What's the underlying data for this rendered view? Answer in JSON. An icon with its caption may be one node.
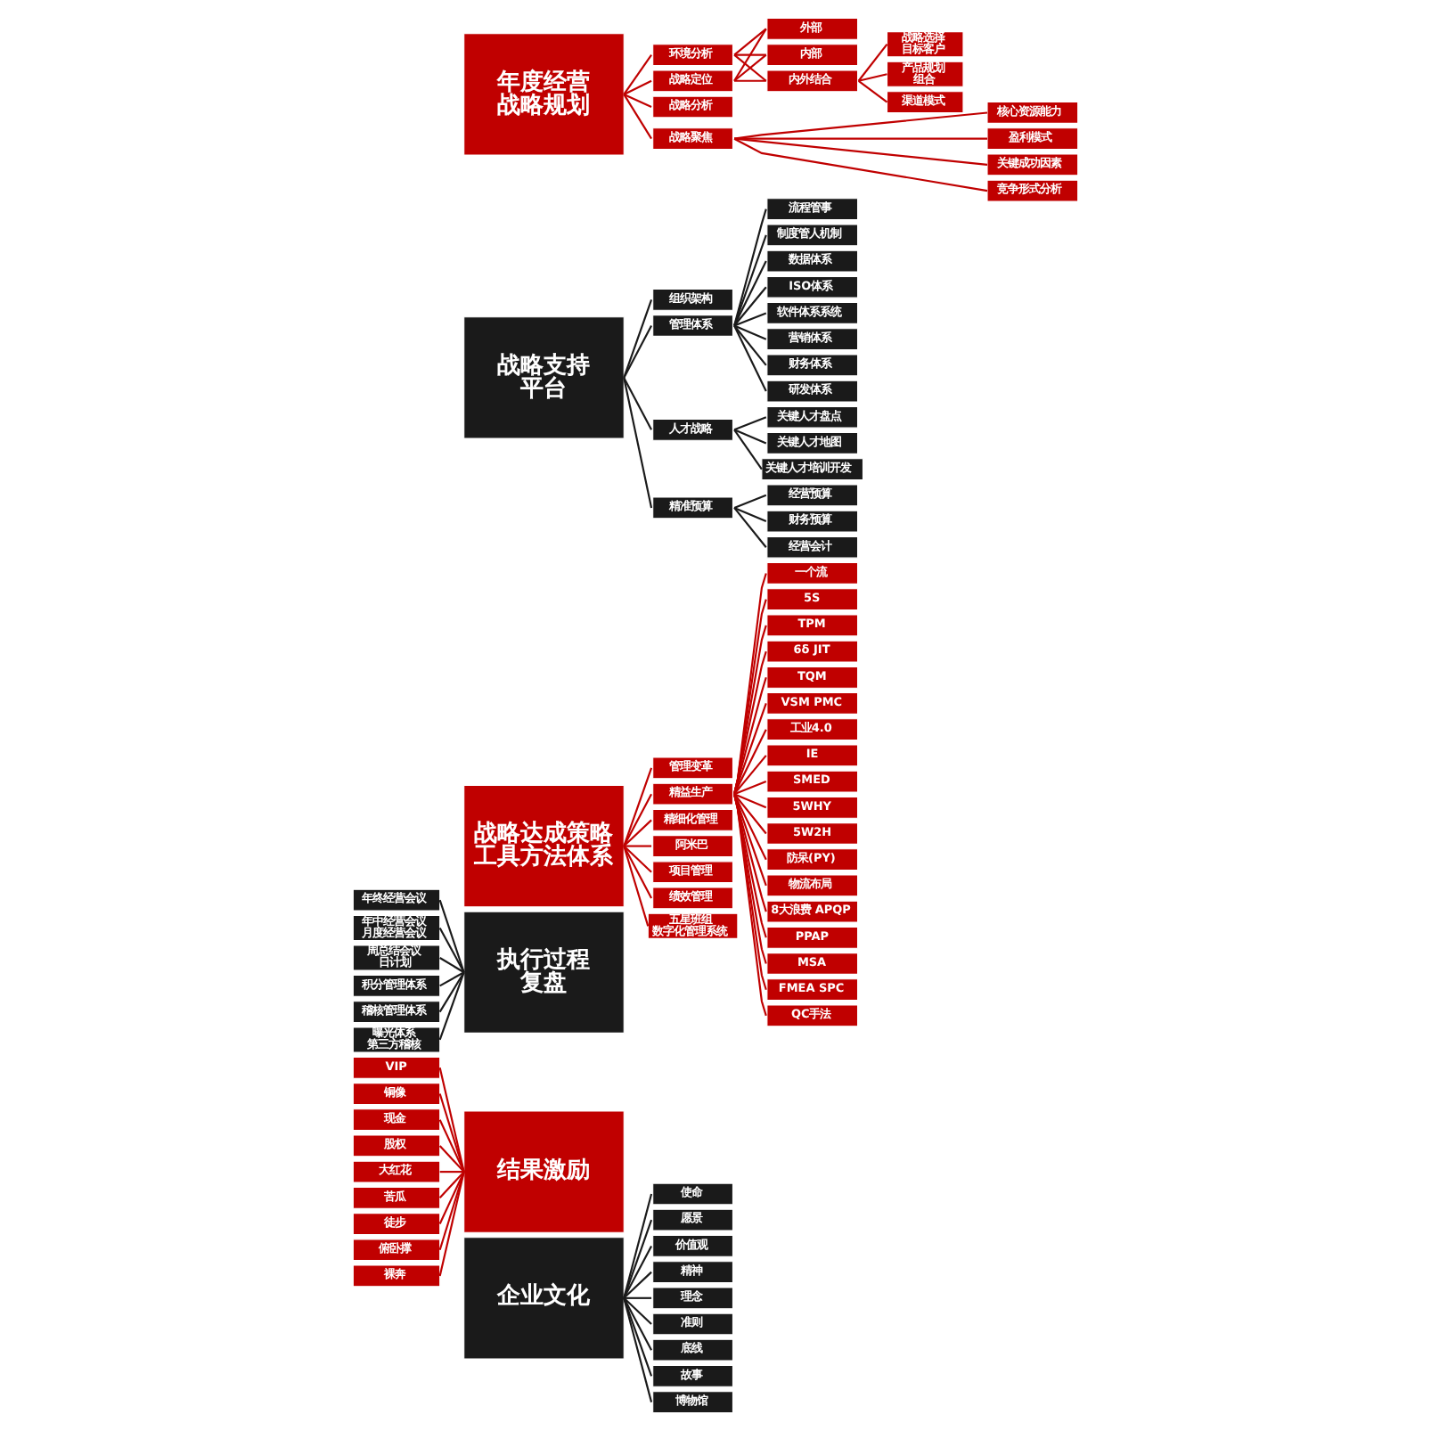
{
  "diagram": {
    "nodes": [
      {
        "text": [
          "年度经营战略规划"
        ]
      },
      {
        "text": [
          "环境分析"
        ]
      },
      {
        "text": [
          "战略定位"
        ]
      },
      {
        "text": [
          "战略分析"
        ]
      },
      {
        "text": [
          "战略聚焦"
        ]
      },
      {
        "text": [
          "外部"
        ]
      },
      {
        "text": [
          "内部"
        ]
      },
      {
        "text": [
          "内外结合"
        ]
      },
      {
        "text": [
          "战略选择目标客户"
        ]
      },
      {
        "text": [
          "产品规划组合"
        ]
      },
      {
        "text": [
          "渠道模式"
        ]
      },
      {
        "text": [
          "核心资源能力"
        ]
      },
      {
        "text": [
          "盈利模式"
        ]
      },
      {
        "text": [
          "关键成功因素"
        ]
      },
      {
        "text": [
          "竞争形式分析"
        ]
      },
      {
        "text": [
          "战略支持平台"
        ]
      },
      {
        "text": [
          "组织架构"
        ]
      },
      {
        "text": [
          "管理体系"
        ]
      },
      {
        "text": [
          "人才战略"
        ]
      },
      {
        "text": [
          "精准预算"
        ]
      },
      {
        "text": [
          "流程管事"
        ]
      },
      {
        "text": [
          "制度管人机制"
        ]
      },
      {
        "text": [
          "数据体系"
        ]
      },
      {
        "text": [
          "ISO体系"
        ]
      },
      {
        "text": [
          "软件体系系统"
        ]
      },
      {
        "text": [
          "营销体系"
        ]
      },
      {
        "text": [
          "财务体系"
        ]
      },
      {
        "text": [
          "研发体系"
        ]
      },
      {
        "text": [
          "关键人才盘点"
        ]
      },
      {
        "text": [
          "关键人才地图"
        ]
      },
      {
        "text": [
          "关键人才培训开发"
        ]
      },
      {
        "text": [
          "经营预算"
        ]
      },
      {
        "text": [
          "财务预算"
        ]
      },
      {
        "text": [
          "经营会计"
        ]
      },
      {
        "text": [
          "战略达成策略工具方法体系"
        ]
      },
      {
        "text": [
          "管理变革"
        ]
      },
      {
        "text": [
          "精益生产"
        ]
      },
      {
        "text": [
          "精细化管理"
        ]
      },
      {
        "text": [
          "阿米巴"
        ]
      },
      {
        "text": [
          "项目管理"
        ]
      },
      {
        "text": [
          "绩效管理"
        ]
      },
      {
        "text": [
          "五星班组数字化管理系统"
        ]
      },
      {
        "text": [
          "一个流"
        ]
      },
      {
        "text": [
          "5S"
        ]
      },
      {
        "text": [
          "TPM"
        ]
      },
      {
        "text": [
          "6δ JIT"
        ]
      },
      {
        "text": [
          "TQM"
        ]
      },
      {
        "text": [
          "VSM PMC"
        ]
      },
      {
        "text": [
          "工业4.0"
        ]
      },
      {
        "text": [
          "IE"
        ]
      },
      {
        "text": [
          "SMED"
        ]
      },
      {
        "text": [
          "5WHY"
        ]
      },
      {
        "text": [
          "5W2H"
        ]
      },
      {
        "text": [
          "防呆(PY)"
        ]
      },
      {
        "text": [
          "物流布局"
        ]
      },
      {
        "text": [
          "8大浪费 APQP"
        ]
      },
      {
        "text": [
          "PPAP"
        ]
      },
      {
        "text": [
          "MSA"
        ]
      },
      {
        "text": [
          "FMEA SPC"
        ]
      },
      {
        "text": [
          "QC手法"
        ]
      },
      {
        "text": [
          "执行过程复盘"
        ]
      },
      {
        "text": [
          "年终经营会议"
        ]
      },
      {
        "text": [
          "年中经营会议月度经营会议"
        ]
      },
      {
        "text": [
          "周总结会议日计划"
        ]
      },
      {
        "text": [
          "积分管理体系"
        ]
      },
      {
        "text": [
          "稽核管理体系"
        ]
      },
      {
        "text": [
          "曝光体系第三方稽核"
        ]
      },
      {
        "text": [
          "结果激励"
        ]
      },
      {
        "text": [
          "VIP"
        ]
      },
      {
        "text": [
          "铜像"
        ]
      },
      {
        "text": [
          "现金"
        ]
      },
      {
        "text": [
          "股权"
        ]
      },
      {
        "text": [
          "大红花"
        ]
      },
      {
        "text": [
          "苦瓜"
        ]
      },
      {
        "text": [
          "徒步"
        ]
      },
      {
        "text": [
          "俯卧撑"
        ]
      },
      {
        "text": [
          "裸奔"
        ]
      },
      {
        "text": [
          "企业文化"
        ]
      },
      {
        "text": [
          "使命"
        ]
      },
      {
        "text": [
          "愿景"
        ]
      },
      {
        "text": [
          "价值观"
        ]
      },
      {
        "text": [
          "精神"
        ]
      },
      {
        "text": [
          "理念"
        ]
      },
      {
        "text": [
          "准则"
        ]
      },
      {
        "text": [
          "底线"
        ]
      },
      {
        "text": [
          "故事"
        ]
      },
      {
        "text": [
          "博物馆"
        ]
      }
    ],
    "edges": [
      {
        "from": 0,
        "to": 1,
        "arrow": "none"
      },
      {
        "from": 0,
        "to": 2,
        "arrow": "none"
      },
      {
        "from": 0,
        "to": 3,
        "arrow": "none"
      },
      {
        "from": 0,
        "to": 4,
        "arrow": "none"
      },
      {
        "from": 1,
        "to": 5,
        "arrow": "none"
      },
      {
        "from": 1,
        "to": 6,
        "arrow": "none"
      },
      {
        "from": 1,
        "to": 7,
        "arrow": "none"
      },
      {
        "from": 2,
        "to": 5,
        "arrow": "none"
      },
      {
        "from": 2,
        "to": 6,
        "arrow": "none"
      },
      {
        "from": 2,
        "to": 7,
        "arrow": "none"
      },
      {
        "from": 7,
        "to": 8,
        "arrow": "none"
      },
      {
        "from": 7,
        "to": 9,
        "arrow": "none"
      },
      {
        "from": 7,
        "to": 10,
        "arrow": "none"
      },
      {
        "from": 4,
        "to": 11,
        "arrow": "none"
      },
      {
        "from": 4,
        "to": 12,
        "arrow": "none"
      },
      {
        "from": 4,
        "to": 13,
        "arrow": "none"
      },
      {
        "from": 4,
        "to": 14,
        "arrow": "none"
      },
      {
        "from": 15,
        "to": 16,
        "arrow": "none",
        "color": "#1a1a1a"
      },
      {
        "from": 15,
        "to": 17,
        "arrow": "none",
        "color": "#1a1a1a"
      },
      {
        "from": 15,
        "to": 18,
        "arrow": "none",
        "color": "#1a1a1a"
      },
      {
        "from": 15,
        "to": 19,
        "arrow": "none",
        "color": "#1a1a1a"
      },
      {
        "from": 17,
        "to": 20,
        "arrow": "none",
        "color": "#1a1a1a"
      },
      {
        "from": 17,
        "to": 21,
        "arrow": "none",
        "color": "#1a1a1a"
      },
      {
        "from": 17,
        "to": 22,
        "arrow": "none",
        "color": "#1a1a1a"
      },
      {
        "from": 17,
        "to": 23,
        "arrow": "none",
        "color": "#1a1a1a"
      },
      {
        "from": 17,
        "to": 24,
        "arrow": "none",
        "color": "#1a1a1a"
      },
      {
        "from": 17,
        "to": 25,
        "arrow": "none",
        "color": "#1a1a1a"
      },
      {
        "from": 17,
        "to": 26,
        "arrow": "none",
        "color": "#1a1a1a"
      },
      {
        "from": 17,
        "to": 27,
        "arrow": "none",
        "color": "#1a1a1a"
      },
      {
        "from": 18,
        "to": 28,
        "arrow": "none",
        "color": "#1a1a1a"
      },
      {
        "from": 18,
        "to": 29,
        "arrow": "none",
        "color": "#1a1a1a"
      },
      {
        "from": 18,
        "to": 30,
        "arrow": "none",
        "color": "#1a1a1a"
      },
      {
        "from": 19,
        "to": 31,
        "arrow": "none",
        "color": "#1a1a1a"
      },
      {
        "from": 19,
        "to": 32,
        "arrow": "none",
        "color": "#1a1a1a"
      },
      {
        "from": 19,
        "to": 33,
        "arrow": "none",
        "color": "#1a1a1a"
      },
      {
        "from": 34,
        "to": 35,
        "arrow": "none"
      },
      {
        "from": 34,
        "to": 36,
        "arrow": "none"
      },
      {
        "from": 34,
        "to": 37,
        "arrow": "none"
      },
      {
        "from": 34,
        "to": 38,
        "arrow": "none"
      },
      {
        "from": 34,
        "to": 39,
        "arrow": "none"
      },
      {
        "from": 34,
        "to": 40,
        "arrow": "none"
      },
      {
        "from": 34,
        "to": 41,
        "arrow": "none"
      },
      {
        "from": 36,
        "to": 42,
        "arrow": "none"
      },
      {
        "from": 36,
        "to": 43,
        "arrow": "none"
      },
      {
        "from": 36,
        "to": 44,
        "arrow": "none"
      },
      {
        "from": 36,
        "to": 45,
        "arrow": "none"
      },
      {
        "from": 36,
        "to": 46,
        "arrow": "none"
      },
      {
        "from": 36,
        "to": 47,
        "arrow": "none"
      },
      {
        "from": 36,
        "to": 48,
        "arrow": "none"
      },
      {
        "from": 36,
        "to": 49,
        "arrow": "none"
      },
      {
        "from": 36,
        "to": 50,
        "arrow": "none"
      },
      {
        "from": 36,
        "to": 51,
        "arrow": "none"
      },
      {
        "from": 36,
        "to": 52,
        "arrow": "none"
      },
      {
        "from": 36,
        "to": 53,
        "arrow": "none"
      },
      {
        "from": 36,
        "to": 54,
        "arrow": "none"
      },
      {
        "from": 36,
        "to": 55,
        "arrow": "none"
      },
      {
        "from": 36,
        "to": 56,
        "arrow": "none"
      },
      {
        "from": 36,
        "to": 57,
        "arrow": "none"
      },
      {
        "from": 36,
        "to": 58,
        "arrow": "none"
      },
      {
        "from": 36,
        "to": 59,
        "arrow": "none"
      },
      {
        "from": 60,
        "to": 61,
        "arrow": "none",
        "color": "#1a1a1a"
      },
      {
        "from": 60,
        "to": 62,
        "arrow": "none",
        "color": "#1a1a1a"
      },
      {
        "from": 60,
        "to": 63,
        "arrow": "none",
        "color": "#1a1a1a"
      },
      {
        "from": 60,
        "to": 64,
        "arrow": "none",
        "color": "#1a1a1a"
      },
      {
        "from": 60,
        "to": 65,
        "arrow": "none",
        "color": "#1a1a1a"
      },
      {
        "from": 60,
        "to": 66,
        "arrow": "none",
        "color": "#1a1a1a"
      },
      {
        "from": 67,
        "to": 68,
        "arrow": "none"
      },
      {
        "from": 67,
        "to": 69,
        "arrow": "none"
      },
      {
        "from": 67,
        "to": 70,
        "arrow": "none"
      },
      {
        "from": 67,
        "to": 71,
        "arrow": "none"
      },
      {
        "from": 67,
        "to": 72,
        "arrow": "none"
      },
      {
        "from": 67,
        "to": 73,
        "arrow": "none"
      },
      {
        "from": 67,
        "to": 74,
        "arrow": "none"
      },
      {
        "from": 67,
        "to": 75,
        "arrow": "none"
      },
      {
        "from": 67,
        "to": 76,
        "arrow": "none"
      },
      {
        "from": 77,
        "to": 78,
        "arrow": "none",
        "color": "#1a1a1a"
      },
      {
        "from": 77,
        "to": 79,
        "arrow": "none",
        "color": "#1a1a1a"
      },
      {
        "from": 77,
        "to": 80,
        "arrow": "none",
        "color": "#1a1a1a"
      },
      {
        "from": 77,
        "to": 81,
        "arrow": "none",
        "color": "#1a1a1a"
      },
      {
        "from": 77,
        "to": 82,
        "arrow": "none",
        "color": "#1a1a1a"
      },
      {
        "from": 77,
        "to": 83,
        "arrow": "none",
        "color": "#1a1a1a"
      },
      {
        "from": 77,
        "to": 84,
        "arrow": "none",
        "color": "#1a1a1a"
      },
      {
        "from": 77,
        "to": 85,
        "arrow": "none",
        "color": "#1a1a1a"
      },
      {
        "from": 77,
        "to": 86,
        "arrow": "none",
        "color": "#1a1a1a"
      }
    ]
  }
}
